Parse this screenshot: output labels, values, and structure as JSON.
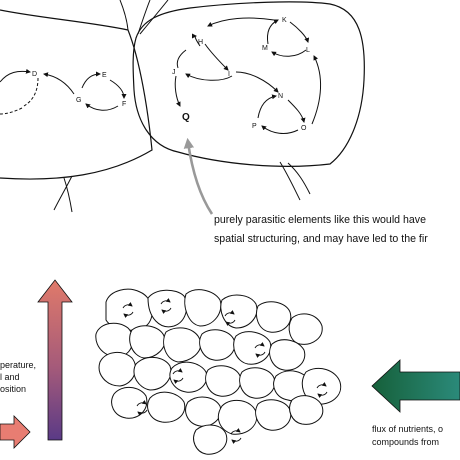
{
  "nodes": {
    "d": "D",
    "e": "E",
    "f": "F",
    "g": "G",
    "h": "H",
    "i": "I",
    "j": "J",
    "k": "K",
    "l": "L",
    "m": "M",
    "n": "N",
    "o": "O",
    "p": "P",
    "q": "Q"
  },
  "captions": {
    "parasite_line1": "purely parasitic elements like this would have",
    "parasite_line2": "spatial structuring, and may have led to the fir",
    "left_line1": "perature,",
    "left_line2": "l and",
    "left_line3": "osition",
    "right_line1": "flux of nutrients, o",
    "right_line2": "compounds from"
  },
  "colors": {
    "ink": "#111111",
    "grey_arrow": "#999999",
    "up_arrow_top": "#e07a6a",
    "up_arrow_bottom": "#5a3a86",
    "side_arrow": "#e87d72",
    "right_arrow_dark": "#16603a",
    "right_arrow_light": "#2b8a7a"
  }
}
